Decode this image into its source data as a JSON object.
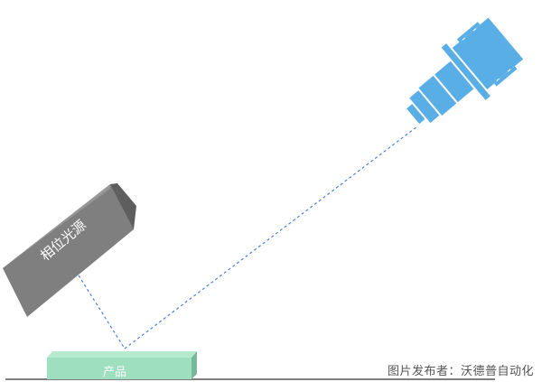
{
  "diagram": {
    "light_source": {
      "label": "相位光源",
      "color_front": "#7f7f7f",
      "color_top": "#969696",
      "color_side": "#5e5e5e"
    },
    "product": {
      "label": "产品",
      "color_front": "#9edfc0",
      "color_top": "#b6eacf",
      "color_side": "#78b79b"
    },
    "camera": {
      "color": "#5aaee6"
    },
    "light_path": {
      "style": "dashed",
      "color": "#4a7fe0"
    },
    "ground_line": {
      "color": "#555555"
    }
  },
  "credit": {
    "text": "图片发布者：沃德普自动化"
  }
}
